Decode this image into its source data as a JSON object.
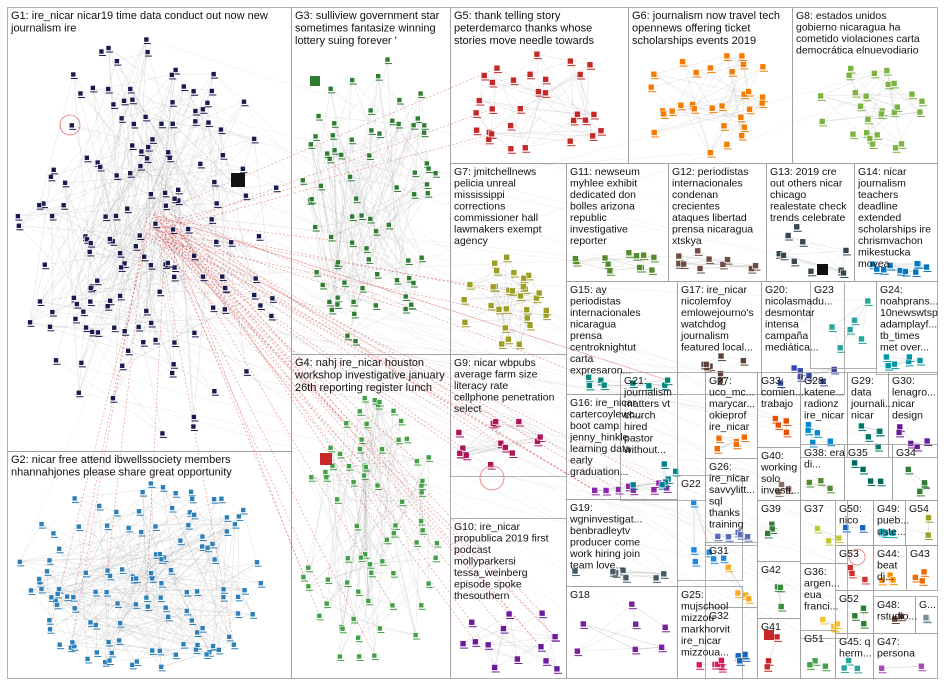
{
  "colors": {
    "G1": "#1a1a4e",
    "G2": "#2c7fb8",
    "G3": "#2e7d32",
    "G4": "#43a047",
    "G5": "#c62828",
    "G6": "#f57c00",
    "G7": "#9e9d24",
    "G8": "#7cb342",
    "G9": "#ad1457",
    "G10": "#6a1b9a",
    "G11": "#558b2f",
    "G12": "#6d4c41",
    "G13": "#37474f",
    "G14": "#0277bd",
    "G15": "#00897b",
    "G16": "#8e24aa",
    "G17": "#5d4037",
    "G18": "#7b1fa2",
    "G19": "#455a64",
    "G20": "#3949ab",
    "G21": "#00838f",
    "G22": "#1e88e5",
    "G23": "#26a69a",
    "G24": "#0097a7",
    "G25": "#d81b60",
    "G26": "#5c6bc0",
    "G27": "#ef6c00",
    "G28": "#0288d1",
    "G29": "#00796b",
    "G30": "#6a1b9a",
    "G31": "#f9a825",
    "G32": "#1565c0",
    "G33": "#e65100",
    "G34": "#2e7d32",
    "G35": "#00695c",
    "G36": "#fbc02d",
    "G37": "#c0ca33",
    "G38": "#558b2f",
    "G39": "#2e7d32",
    "G40": "#8d6e63",
    "G41": "#c62828",
    "G42": "#388e3c",
    "G43": "#ef6c00",
    "G44": "#ff8f00",
    "G45": "#26a69a",
    "G46": "#78909c",
    "G47": "#ab47bc",
    "G48": "#5d4037",
    "G49": "#00acc1",
    "G50": "#1565c0",
    "G51": "#43a047",
    "G52": "#2e7d32",
    "G53": "#d32f2f",
    "G54": "#9e9d24",
    "edge": "#b8b8b8",
    "edge_highlight": "#d32f2f",
    "border": "#9e9e9e"
  },
  "groups": [
    {
      "id": "G1",
      "label_lines": [
        "G1: ire_nicar nicar19 time data conduct out now new",
        "journalism ire"
      ],
      "count": 150,
      "hub": true
    },
    {
      "id": "G2",
      "label_lines": [
        "G2: nicar free attend ibwellssociety members",
        "nhannahjones please share great opportunity"
      ],
      "count": 120,
      "hub": false
    },
    {
      "id": "G3",
      "label_lines": [
        "G3: sulliview government star",
        "sometimes fantasize winning",
        "lottery suing forever '"
      ],
      "count": 75,
      "hub": false
    },
    {
      "id": "G4",
      "label_lines": [
        "G4: nahj ire_nicar houston",
        "workshop investigative january",
        "26th reporting register lunch"
      ],
      "count": 70,
      "hub": false
    },
    {
      "id": "G5",
      "label_lines": [
        "G5: thank telling story",
        "peterdemarco thanks whose",
        "stories move needle towards"
      ],
      "count": 30,
      "hub": false
    },
    {
      "id": "G6",
      "label_lines": [
        "G6: journalism now travel tech",
        "opennews offering ticket",
        "scholarships events 2019"
      ],
      "count": 30,
      "hub": false
    },
    {
      "id": "G7",
      "label_lines": [
        "G7: jmitchellnews",
        "pelicia unreal",
        "mississippi",
        "corrections",
        "commissioner hall",
        "lawmakers exempt",
        "agency"
      ],
      "count": 30,
      "hub": false
    },
    {
      "id": "G8",
      "label_lines": [
        "G8: estados unidos",
        "gobierno nicaragua ha",
        "cometido violaciones carta",
        "democrática elnuevodiario"
      ],
      "count": 26,
      "hub": false
    },
    {
      "id": "G9",
      "label_lines": [
        "G9: nicar wbpubs",
        "average farm size",
        "literacy rate",
        "cellphone penetration",
        "select"
      ],
      "count": 14,
      "hub": false
    },
    {
      "id": "G10",
      "label_lines": [
        "G10: ire_nicar",
        "propublica 2019 first",
        "podcast",
        "mollyparkersi",
        "tessa_weinberg",
        "episode spoke",
        "thesouthern"
      ],
      "count": 14,
      "hub": false
    },
    {
      "id": "G11",
      "label_lines": [
        "G11: newseum",
        "myhlee exhibit",
        "dedicated don",
        "bolles arizona",
        "republic",
        "investigative",
        "reporter"
      ],
      "count": 12,
      "hub": false
    },
    {
      "id": "G12",
      "label_lines": [
        "G12: periodistas",
        "internacionales",
        "condenan",
        "crecientes",
        "ataques libertad",
        "prensa nicaragua",
        "xtskya"
      ],
      "count": 10,
      "hub": false
    },
    {
      "id": "G13",
      "label_lines": [
        "G13: 2019 cre",
        "out others nicar",
        "chicago",
        "realestate check",
        "trends celebrate"
      ],
      "count": 10,
      "hub": false
    },
    {
      "id": "G14",
      "label_lines": [
        "G14: nicar",
        "journalism",
        "teachers",
        "deadline",
        "extended",
        "scholarships ire",
        "chrismvachon",
        "mikestucka",
        "movea"
      ],
      "count": 10,
      "hub": false
    },
    {
      "id": "G15",
      "label_lines": [
        "G15: ay",
        "periodistas",
        "internacionales",
        "nicaragua",
        "prensa",
        "centroknightut",
        "carta",
        "expresaron..."
      ],
      "count": 8,
      "hub": false
    },
    {
      "id": "G16",
      "label_lines": [
        "G16: ire_nicar",
        "cartercoylewc...",
        "boot camp",
        "jenny_hinkle",
        "learning data",
        "early",
        "graduation..."
      ],
      "count": 8,
      "hub": false
    },
    {
      "id": "G17",
      "label_lines": [
        "G17: ire_nicar",
        "nicolemfoy",
        "emlowejourno's",
        "watchdog",
        "journalism",
        "featured local..."
      ],
      "count": 8,
      "hub": false
    },
    {
      "id": "G18",
      "label_lines": [
        "G18"
      ],
      "count": 7,
      "hub": false
    },
    {
      "id": "G19",
      "label_lines": [
        "G19:",
        "wgninvestigat...",
        "benbradleytv",
        "producer come",
        "work hiring join",
        "team love..."
      ],
      "count": 7,
      "hub": false
    },
    {
      "id": "G20",
      "label_lines": [
        "G20:",
        "nicolasmadu...",
        "desmontar",
        "intensa",
        "campaña",
        "mediática..."
      ],
      "count": 7,
      "hub": false
    },
    {
      "id": "G21",
      "label_lines": [
        "G21:",
        "journalism",
        "matters vt",
        "church",
        "hired",
        "pastor",
        "without..."
      ],
      "count": 6,
      "hub": false
    },
    {
      "id": "G22",
      "label_lines": [
        "G22"
      ],
      "count": 6,
      "hub": false
    },
    {
      "id": "G23",
      "label_lines": [
        "G23"
      ],
      "count": 6,
      "hub": false
    },
    {
      "id": "G24",
      "label_lines": [
        "G24:",
        "noahprans...",
        "10newswtsp",
        "adamplayf...",
        "tb_times",
        "met over..."
      ],
      "count": 6,
      "hub": false
    },
    {
      "id": "G25",
      "label_lines": [
        "G25:",
        "mujschool",
        "mizzou",
        "markhorvit",
        "ire_nicar",
        "mizzoua..."
      ],
      "count": 6,
      "hub": false
    },
    {
      "id": "G26",
      "label_lines": [
        "G26:",
        "ire_nicar",
        "savvylitt...",
        "sql",
        "thanks",
        "training"
      ],
      "count": 5,
      "hub": false
    },
    {
      "id": "G27",
      "label_lines": [
        "G27:",
        "uco_mc...",
        "marycar...",
        "okieprof",
        "ire_nicar"
      ],
      "count": 5,
      "hub": false
    },
    {
      "id": "G28",
      "label_lines": [
        "G28:",
        "katene...",
        "radionz",
        "ire_nicar"
      ],
      "count": 5,
      "hub": false
    },
    {
      "id": "G29",
      "label_lines": [
        "G29:",
        "data",
        "journali...",
        "nicar"
      ],
      "count": 5,
      "hub": false
    },
    {
      "id": "G30",
      "label_lines": [
        "G30:",
        "lenagro...",
        "nicar",
        "design"
      ],
      "count": 5,
      "hub": false
    },
    {
      "id": "G31",
      "label_lines": [
        "G31"
      ],
      "count": 4,
      "hub": false
    },
    {
      "id": "G32",
      "label_lines": [
        "G32"
      ],
      "count": 4,
      "hub": false
    },
    {
      "id": "G33",
      "label_lines": [
        "G33:",
        "comien...",
        "trabajo"
      ],
      "count": 4,
      "hub": false
    },
    {
      "id": "G34",
      "label_lines": [
        "G34"
      ],
      "count": 4,
      "hub": false
    },
    {
      "id": "G35",
      "label_lines": [
        "G35"
      ],
      "count": 4,
      "hub": false
    },
    {
      "id": "G36",
      "label_lines": [
        "G36:",
        "argen...",
        "eua",
        "franci..."
      ],
      "count": 4,
      "hub": false
    },
    {
      "id": "G37",
      "label_lines": [
        "G37"
      ],
      "count": 3,
      "hub": false
    },
    {
      "id": "G38",
      "label_lines": [
        "G38: era",
        "di..."
      ],
      "count": 3,
      "hub": false
    },
    {
      "id": "G39",
      "label_lines": [
        "G39"
      ],
      "count": 3,
      "hub": false
    },
    {
      "id": "G40",
      "label_lines": [
        "G40:",
        "working",
        "solo",
        "investi..."
      ],
      "count": 3,
      "hub": false
    },
    {
      "id": "G41",
      "label_lines": [
        "G41"
      ],
      "count": 3,
      "hub": false
    },
    {
      "id": "G42",
      "label_lines": [
        "G42"
      ],
      "count": 3,
      "hub": false
    },
    {
      "id": "G43",
      "label_lines": [
        "G43"
      ],
      "count": 3,
      "hub": false
    },
    {
      "id": "G44",
      "label_lines": [
        "G44:",
        "beat",
        "dj..."
      ],
      "count": 3,
      "hub": false
    },
    {
      "id": "G45",
      "label_lines": [
        "G45: q",
        "herm..."
      ],
      "count": 3,
      "hub": false
    },
    {
      "id": "G46",
      "label_lines": [
        "G..."
      ],
      "count": 2,
      "hub": false
    },
    {
      "id": "G47",
      "label_lines": [
        "G47:",
        "persona"
      ],
      "count": 2,
      "hub": false
    },
    {
      "id": "G48",
      "label_lines": [
        "G48:",
        "rstudio..."
      ],
      "count": 2,
      "hub": false
    },
    {
      "id": "G49",
      "label_lines": [
        "G49:",
        "pueb...",
        "uste..."
      ],
      "count": 3,
      "hub": false
    },
    {
      "id": "G50",
      "label_lines": [
        "G50:",
        "nico"
      ],
      "count": 2,
      "hub": false
    },
    {
      "id": "G51",
      "label_lines": [
        "G51"
      ],
      "count": 3,
      "hub": false
    },
    {
      "id": "G52",
      "label_lines": [
        "G52"
      ],
      "count": 3,
      "hub": false
    },
    {
      "id": "G53",
      "label_lines": [
        "G53"
      ],
      "count": 3,
      "hub": false
    },
    {
      "id": "G54",
      "label_lines": [
        "G54"
      ],
      "count": 2,
      "hub": false
    }
  ]
}
